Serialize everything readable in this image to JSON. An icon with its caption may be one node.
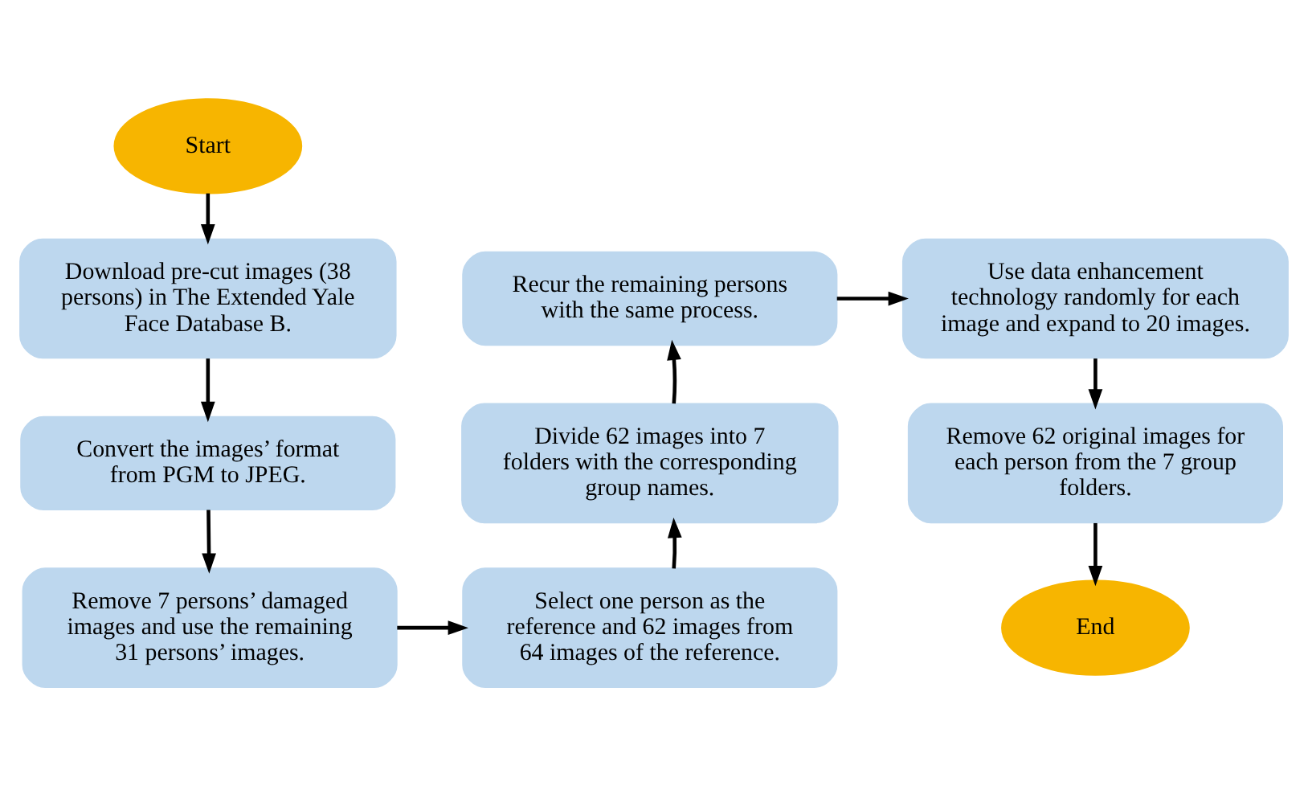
{
  "diagram": {
    "nodes": [
      {
        "text": [
          "Start"
        ]
      },
      {
        "text": [
          "Download pre-cut images (38 persons) in The Extended Yale Face Database B."
        ]
      },
      {
        "text": [
          "Convert the images’ format from PGM to JPEG."
        ]
      },
      {
        "text": [
          "Remove 7 persons’ damaged images and use the remaining 31 persons’ images."
        ]
      },
      {
        "text": [
          "Select one person as the reference and 62 images from 64 images of the reference."
        ]
      },
      {
        "text": [
          "Divide 62 images into 7 folders with the corresponding group names."
        ]
      },
      {
        "text": [
          "Recur the remaining persons with the same process."
        ]
      },
      {
        "text": [
          "Use data enhancement technology randomly for each image and expand to 20 images."
        ]
      },
      {
        "text": [
          "Remove 62 original images for each person from the 7 group folders."
        ]
      },
      {
        "text": [
          "End"
        ]
      }
    ],
    "edges": [
      {
        "from": 0,
        "to": 1,
        "arrow": "to"
      },
      {
        "from": 1,
        "to": 2,
        "arrow": "to"
      },
      {
        "from": 2,
        "to": 3,
        "arrow": "to"
      },
      {
        "from": 3,
        "to": 4,
        "arrow": "to"
      },
      {
        "from": 4,
        "to": 5,
        "arrow": "to"
      },
      {
        "from": 5,
        "to": 6,
        "arrow": "to"
      },
      {
        "from": 6,
        "to": 7,
        "arrow": "to"
      },
      {
        "from": 7,
        "to": 8,
        "arrow": "to"
      },
      {
        "from": 8,
        "to": 9,
        "arrow": "to"
      }
    ]
  }
}
